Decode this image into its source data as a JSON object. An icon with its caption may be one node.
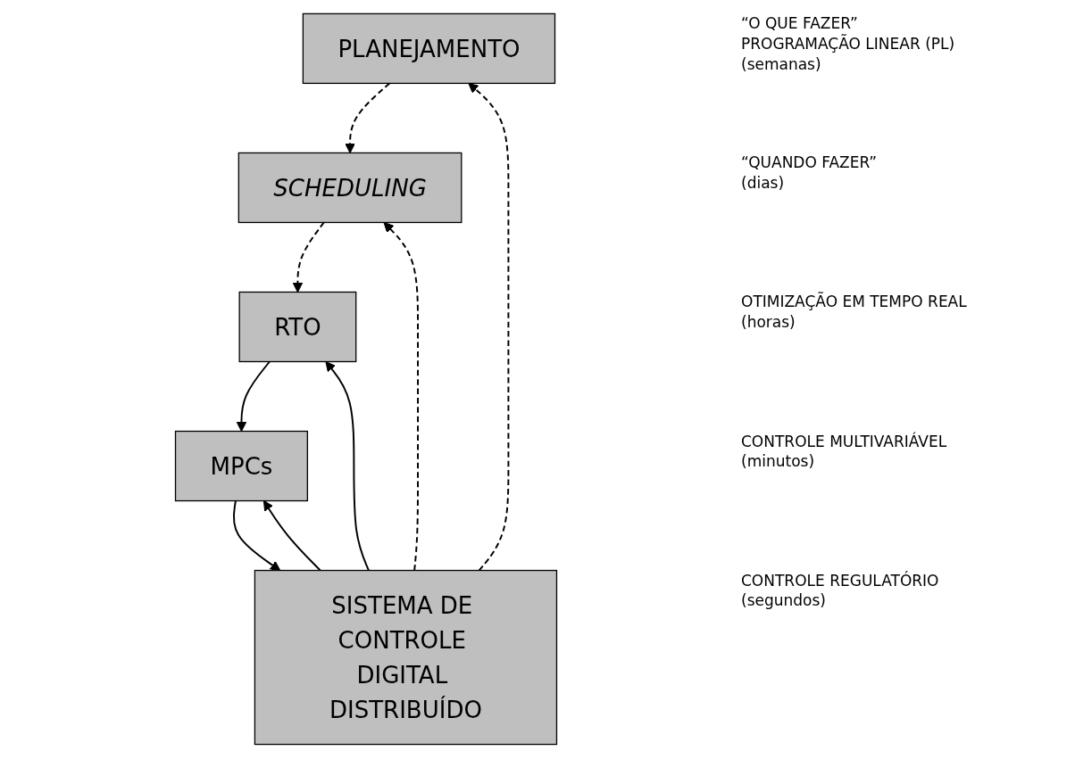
{
  "diagram": {
    "nodes": [
      {
        "text": [
          "PLANEJAMENTO"
        ],
        "beside": [
          "“O QUE FAZER”",
          "PROGRAMAÇÃO LINEAR (PL)",
          "(semanas)"
        ]
      },
      {
        "text": [
          "SCHEDULING"
        ],
        "beside": [
          "“QUANDO FAZER”",
          "(dias)"
        ]
      },
      {
        "text": [
          "RTO"
        ],
        "beside": [
          "OTIMIZAÇÃO EM TEMPO REAL",
          "(horas)"
        ]
      },
      {
        "text": [
          "MPCs"
        ],
        "beside": [
          "CONTROLE MULTIVARIÁVEL",
          "(minutos)"
        ]
      },
      {
        "text": [
          "SISTEMA DE CONTROLE DIGITAL DISTRIBUÍDO"
        ],
        "beside": [
          "CONTROLE REGULATÓRIO",
          "(segundos)"
        ]
      }
    ],
    "edges": [
      {
        "from": 0,
        "to": 1,
        "arrow": "to",
        "style": "dashed"
      },
      {
        "from": 1,
        "to": 2,
        "arrow": "to",
        "style": "dashed"
      },
      {
        "from": 2,
        "to": 3,
        "arrow": "to"
      },
      {
        "from": 3,
        "to": 4,
        "arrow": "to"
      },
      {
        "from": 4,
        "to": 3,
        "arrow": "to"
      },
      {
        "from": 4,
        "to": 2,
        "arrow": "to"
      },
      {
        "from": 4,
        "to": 1,
        "arrow": "to",
        "style": "dashed"
      },
      {
        "from": 4,
        "to": 0,
        "arrow": "to",
        "style": "dashed"
      }
    ]
  }
}
